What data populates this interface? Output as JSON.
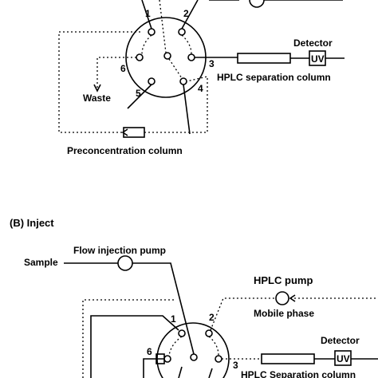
{
  "load_panel": {
    "labels": {
      "detector": "Detector",
      "uv": "UV",
      "hplc_column": "HPLC separation column",
      "waste": "Waste",
      "preconcentration": "Preconcentration column"
    },
    "ports": [
      "1",
      "2",
      "3",
      "4",
      "5",
      "6"
    ]
  },
  "inject_panel": {
    "title": "(B) Inject",
    "labels": {
      "flow_pump": "Flow injection pump",
      "sample": "Sample",
      "hplc_pump": "HPLC pump",
      "mobile_phase": "Mobile phase",
      "detector": "Detector",
      "uv": "UV",
      "hplc_column": "HPLC Separation column"
    },
    "ports": [
      "1",
      "2",
      "3",
      "6"
    ]
  }
}
